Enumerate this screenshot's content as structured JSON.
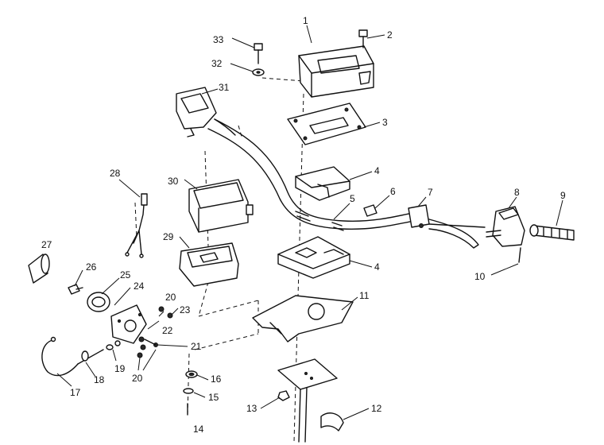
{
  "diagram": {
    "callouts": [
      {
        "id": "c1",
        "label": "1"
      },
      {
        "id": "c2",
        "label": "2"
      },
      {
        "id": "c3",
        "label": "3"
      },
      {
        "id": "c4a",
        "label": "4"
      },
      {
        "id": "c4b",
        "label": "4"
      },
      {
        "id": "c5",
        "label": "5"
      },
      {
        "id": "c6",
        "label": "6"
      },
      {
        "id": "c7",
        "label": "7"
      },
      {
        "id": "c8",
        "label": "8"
      },
      {
        "id": "c9",
        "label": "9"
      },
      {
        "id": "c10",
        "label": "10"
      },
      {
        "id": "c11",
        "label": "11"
      },
      {
        "id": "c12",
        "label": "12"
      },
      {
        "id": "c13",
        "label": "13"
      },
      {
        "id": "c14",
        "label": "14"
      },
      {
        "id": "c15",
        "label": "15"
      },
      {
        "id": "c16",
        "label": "16"
      },
      {
        "id": "c17",
        "label": "17"
      },
      {
        "id": "c18",
        "label": "18"
      },
      {
        "id": "c19",
        "label": "19"
      },
      {
        "id": "c20a",
        "label": "20"
      },
      {
        "id": "c20b",
        "label": "20"
      },
      {
        "id": "c21",
        "label": "21"
      },
      {
        "id": "c22",
        "label": "22"
      },
      {
        "id": "c23",
        "label": "23"
      },
      {
        "id": "c24",
        "label": "24"
      },
      {
        "id": "c25",
        "label": "25"
      },
      {
        "id": "c26",
        "label": "26"
      },
      {
        "id": "c27",
        "label": "27"
      },
      {
        "id": "c28",
        "label": "28"
      },
      {
        "id": "c29",
        "label": "29"
      },
      {
        "id": "c30",
        "label": "30"
      },
      {
        "id": "c31",
        "label": "31"
      },
      {
        "id": "c32",
        "label": "32"
      },
      {
        "id": "c33",
        "label": "33"
      }
    ]
  }
}
